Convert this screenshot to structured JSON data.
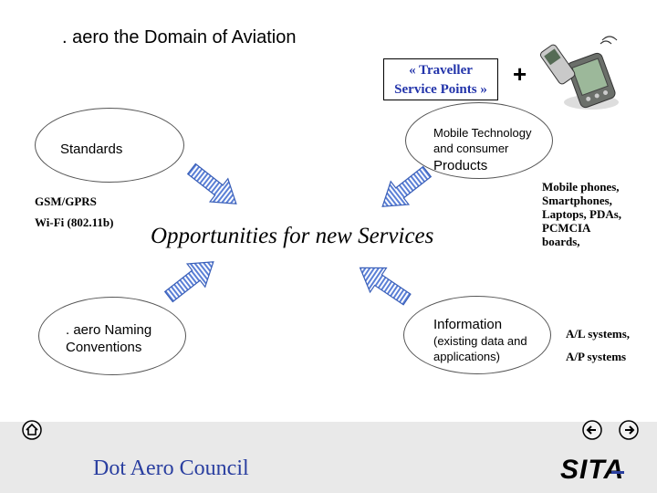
{
  "slide": {
    "title": ". aero the Domain of Aviation",
    "traveller": {
      "line1": "« Traveller",
      "line2": "Service Points »"
    },
    "plus": "+",
    "mobile": {
      "line1": "Mobile Technology",
      "line2": "and consumer",
      "line3": "Products"
    },
    "standards": "Standards",
    "gsm": "GSM/GPRS",
    "wifi": "Wi-Fi (802.11b)",
    "center": "Opportunities for new Services",
    "devices": {
      "line1": "Mobile phones,",
      "line2": "Smartphones,",
      "line3": "Laptops, PDAs,",
      "line4": "PCMCIA",
      "line5": "boards,"
    },
    "naming": {
      "line1": ". aero Naming",
      "line2": "Conventions"
    },
    "information": {
      "line1": "Information",
      "line2": "(existing data and",
      "line3": "applications)"
    },
    "systems": {
      "line1": "A/L systems,",
      "line2": "A/P systems"
    }
  },
  "footer": {
    "council": "Dot Aero Council",
    "logo": "SITA"
  },
  "icons": {
    "home": "home-icon",
    "back": "back-arrow-icon",
    "forward": "forward-arrow-icon",
    "phone": "phone-pda-image"
  },
  "colors": {
    "accent_blue": "#2a3fa0",
    "arrow_blue": "#5a7fd6",
    "footer_band": "#e9e9e9"
  }
}
